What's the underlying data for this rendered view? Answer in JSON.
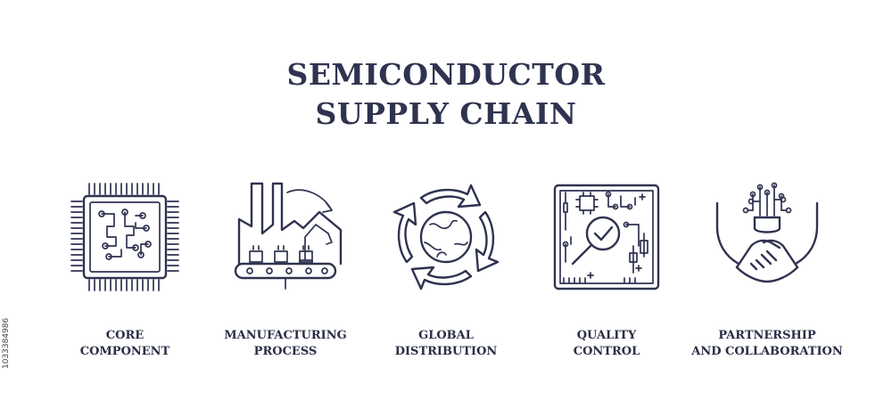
{
  "title": {
    "line1": "SEMICONDUCTOR",
    "line2": "SUPPLY CHAIN"
  },
  "items": [
    {
      "icon": "microchip-icon",
      "label_line1": "CORE",
      "label_line2": "COMPONENT"
    },
    {
      "icon": "factory-icon",
      "label_line1": "MANUFACTURING",
      "label_line2": "PROCESS"
    },
    {
      "icon": "globe-arrows-icon",
      "label_line1": "GLOBAL",
      "label_line2": "DISTRIBUTION"
    },
    {
      "icon": "circuit-magnifier-icon",
      "label_line1": "QUALITY",
      "label_line2": "CONTROL"
    },
    {
      "icon": "handshake-icon",
      "label_line1": "PARTNERSHIP",
      "label_line2": "AND COLLABORATION"
    }
  ],
  "stock_id": "1033384986",
  "colors": {
    "ink": "#2f3350",
    "background": "#ffffff"
  }
}
